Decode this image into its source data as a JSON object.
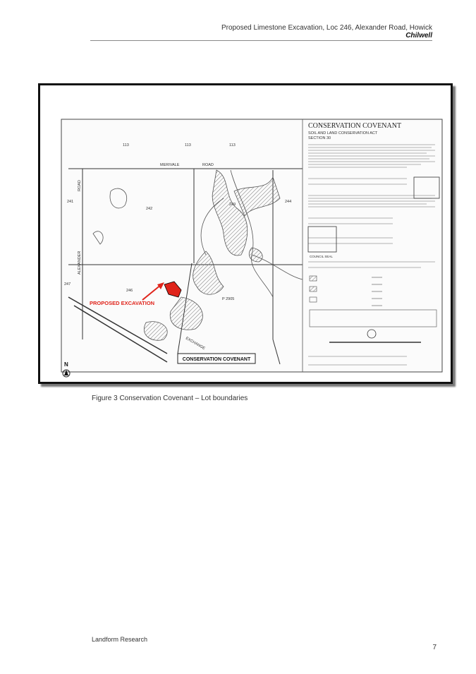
{
  "header": {
    "title": "Proposed Limestone Excavation, Loc 246, Alexander Road, Howick",
    "subtitle": "Chilwell"
  },
  "map": {
    "covenant_title": "CONSERVATION COVENANT",
    "act_line": "SOIL AND LAND CONSERVATION ACT",
    "section_line": "SECTION 30",
    "proposed_label": "PROPOSED EXCAVATION",
    "covenant_box_label": "CONSERVATION COVENANT",
    "road_merivale": "MERIVALE",
    "road_label": "ROAD",
    "road_alexander": "ALEXANDER",
    "road_exchange": "EXCHANGE",
    "lot_113": "113",
    "lot_242": "242",
    "lot_241": "241",
    "lot_244": "244",
    "lot_247": "247",
    "lot_249": "249",
    "lot_246": "246",
    "lot_ref": "P 2905",
    "north_label": "N",
    "council_seal": "COUNCIL SEAL"
  },
  "caption": "Figure 3 Conservation Covenant – Lot boundaries",
  "footer": {
    "org": "Landform Research",
    "page": "7"
  },
  "colors": {
    "annotation_red": "#e0241b",
    "frame": "#111111"
  }
}
